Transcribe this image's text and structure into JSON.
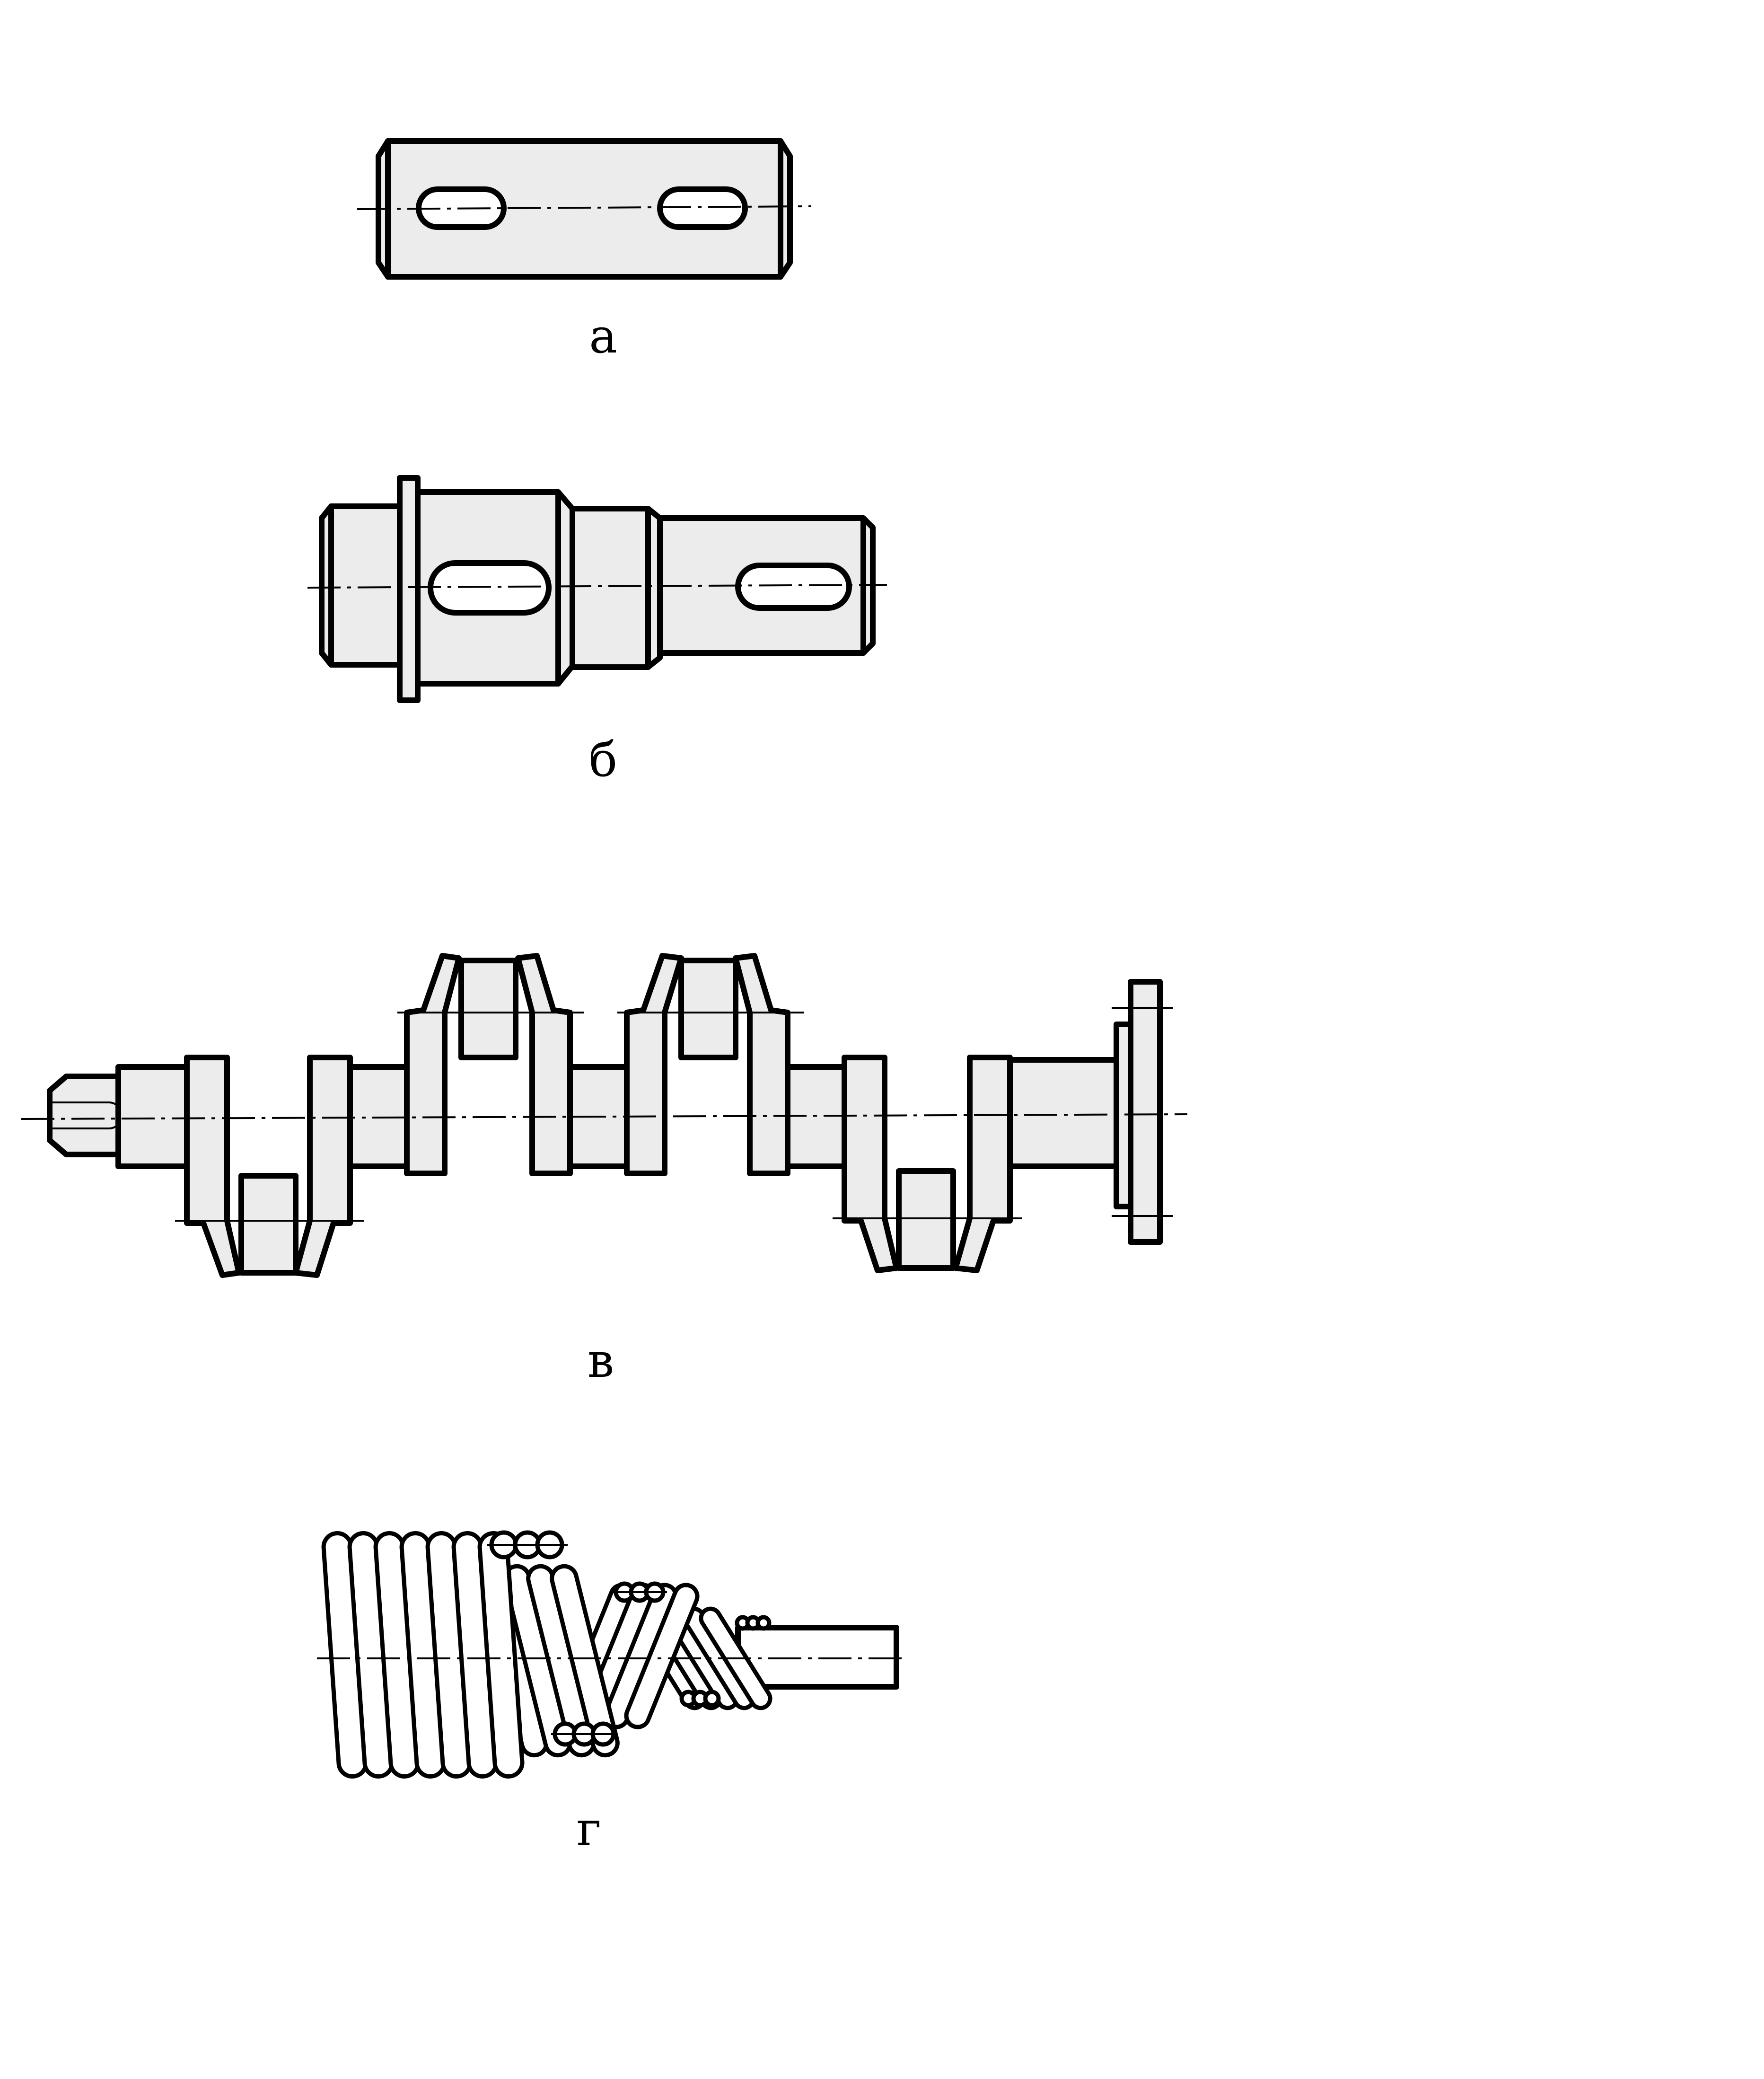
{
  "figures": [
    {
      "id": "a",
      "label": "а"
    },
    {
      "id": "b",
      "label": "б"
    },
    {
      "id": "v",
      "label": "в"
    },
    {
      "id": "g",
      "label": "г"
    }
  ],
  "colors": {
    "stroke": "#000000",
    "fill": "#ececec",
    "background": "#ffffff"
  }
}
